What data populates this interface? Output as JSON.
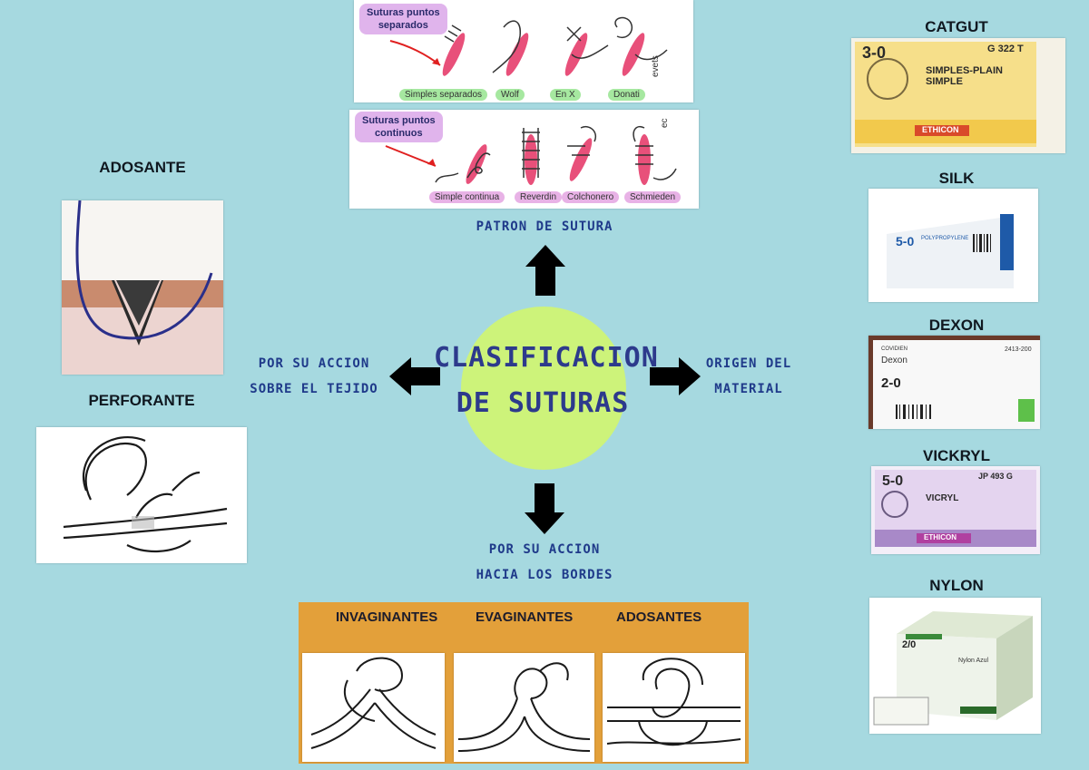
{
  "center": {
    "title": "CLASIFICACION\nDE SUTURAS"
  },
  "branches": {
    "top": "PATRON DE SUTURA",
    "left": "POR SU ACCION\nSOBRE EL TEJIDO",
    "right": "ORIGEN DEL\nMATERIAL",
    "bottom": "POR SU ACCION\nHACIA LOS BORDES"
  },
  "tissue_action": {
    "adosante": "ADOSANTE",
    "perforante": "PERFORANTE"
  },
  "pattern_separados": {
    "heading": "Suturas puntos\nseparados",
    "items": [
      "Simples separados",
      "Wolf",
      "En X",
      "Donati"
    ]
  },
  "pattern_continuos": {
    "heading": "Suturas puntos\ncontinuos",
    "items": [
      "Simple continua",
      "Reverdin",
      "Colchonero",
      "Schmieden"
    ]
  },
  "borders": {
    "headers": [
      "INVAGINANTES",
      "EVAGINANTES",
      "ADOSANTES"
    ]
  },
  "materials": [
    {
      "name": "CATGUT",
      "size": "3-0",
      "code": "G 322 T",
      "desc": "SIMPLES-PLAIN\nSIMPLE",
      "brand": "ETHICON"
    },
    {
      "name": "SILK",
      "size": "5-0",
      "code": "",
      "desc": "POLYPROPYLENE",
      "brand": ""
    },
    {
      "name": "DEXON",
      "size": "2-0",
      "code": "2413-200",
      "desc": "Dexon",
      "brand": "COVIDIEN"
    },
    {
      "name": "VICKRYL",
      "size": "5-0",
      "code": "JP 493 G",
      "desc": "VICRYL",
      "brand": "ETHICON"
    },
    {
      "name": "NYLON",
      "size": "2/0",
      "code": "",
      "desc": "Nylon Azul",
      "brand": ""
    }
  ],
  "colors": {
    "background": "#a6d9e0",
    "blob": "#cdf37a",
    "title": "#2d3a8c",
    "arrow": "#000000",
    "orange": "#e3a03a"
  }
}
